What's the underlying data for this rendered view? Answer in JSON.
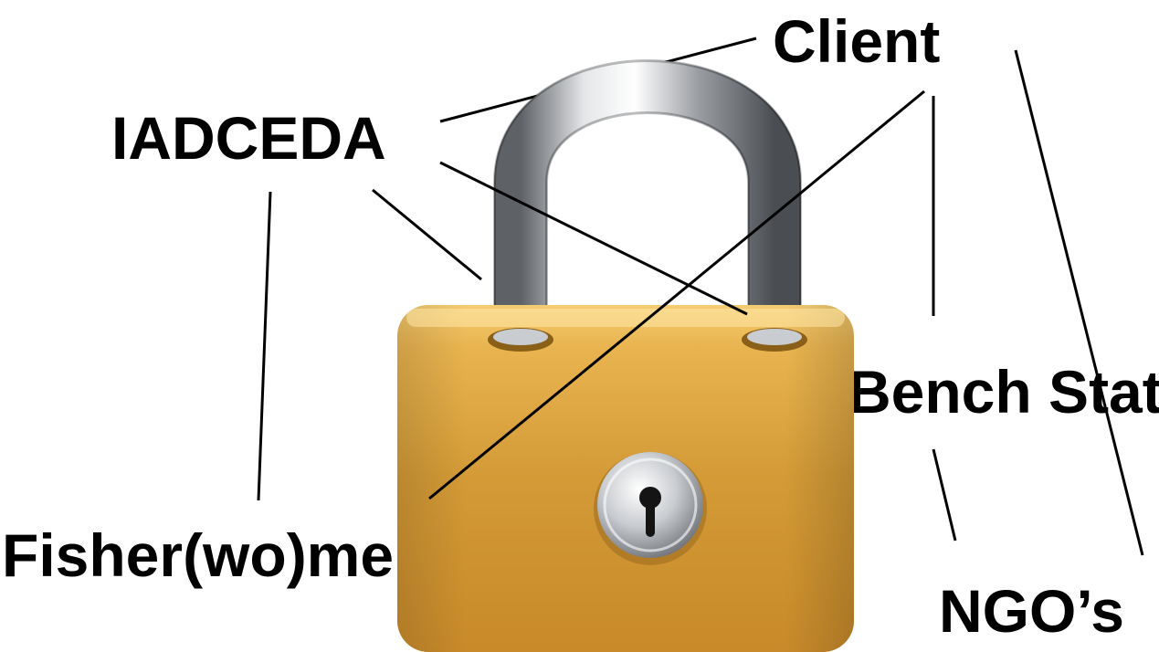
{
  "labels": {
    "iadceda": "IADCEDA",
    "client": "Client",
    "state": "Bench State",
    "fisher": "Fisher(wo)men",
    "ngos": "NGO’s"
  },
  "icons": {
    "lock": "padlock-icon",
    "keyhole": "keyhole-icon"
  },
  "colors": {
    "text": "#000000",
    "lines": "#000000",
    "lock_body": "#d9a238",
    "lock_shackle": "#b9bcbf"
  }
}
